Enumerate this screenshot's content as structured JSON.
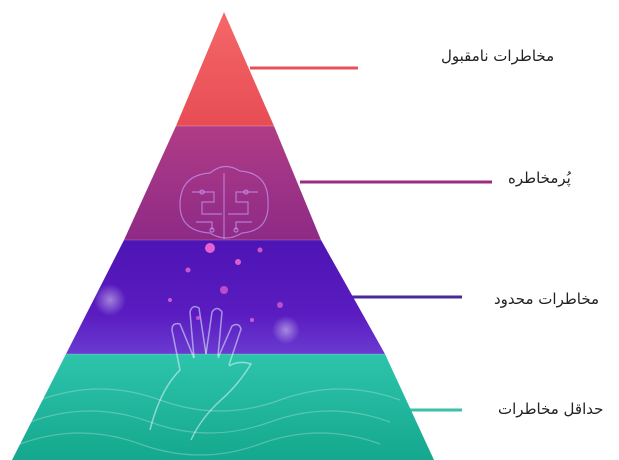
{
  "diagram": {
    "type": "risk-pyramid",
    "levels": [
      {
        "label": "مخاطرات نامقبول",
        "color": "#f05a5a"
      },
      {
        "label": "پُرمخاطره",
        "color": "#a83480"
      },
      {
        "label": "مخاطرات محدود",
        "color": "#5518b8"
      },
      {
        "label": "حداقل مخاطرات",
        "color": "#20b89c"
      }
    ],
    "connector_colors": [
      "#e8505a",
      "#9a2c80",
      "#4a2a98",
      "#3cc0a8"
    ]
  }
}
